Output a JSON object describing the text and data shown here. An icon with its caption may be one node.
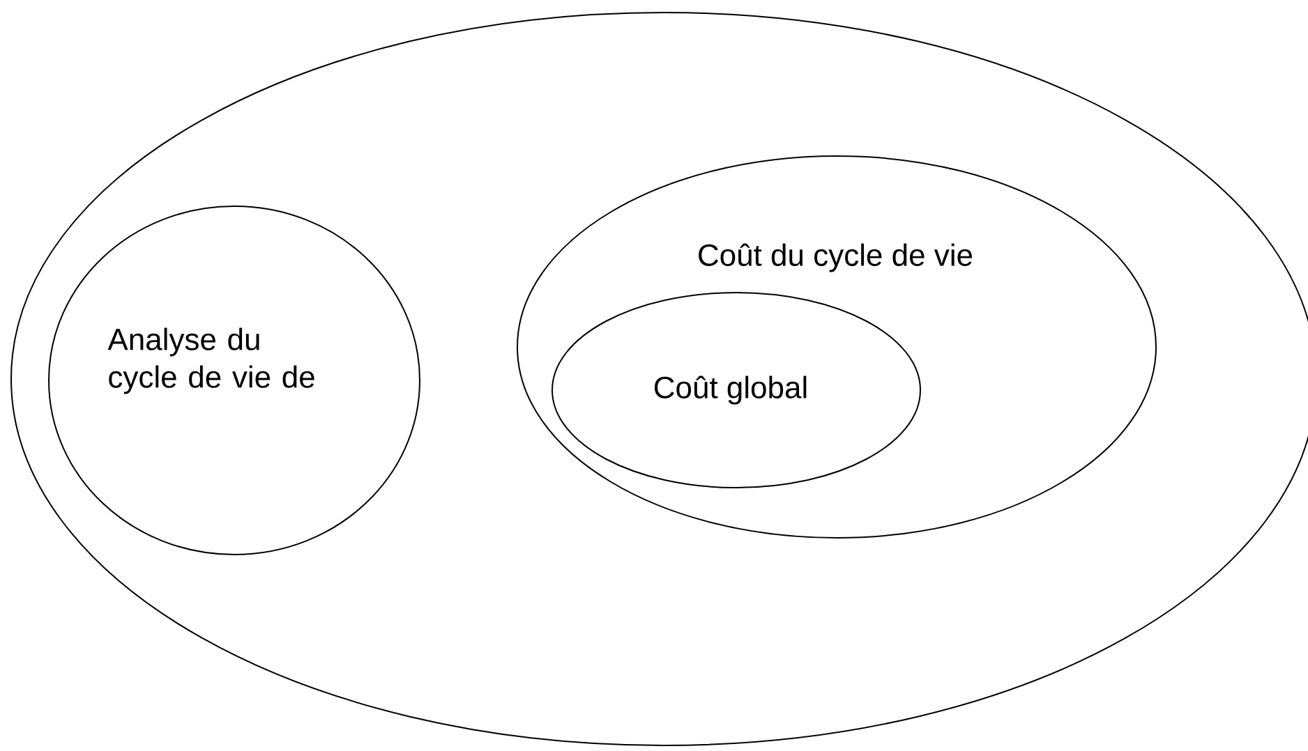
{
  "diagram": {
    "nodes": [
      {
        "text": [],
        "shape": "ellipse"
      },
      {
        "text": [
          "Analyse du cycle de vie de"
        ],
        "in": 0
      },
      {
        "text": [
          "Coût du cycle de vie"
        ],
        "in": 0
      },
      {
        "text": [
          "Coût global"
        ],
        "in": 2
      }
    ]
  }
}
